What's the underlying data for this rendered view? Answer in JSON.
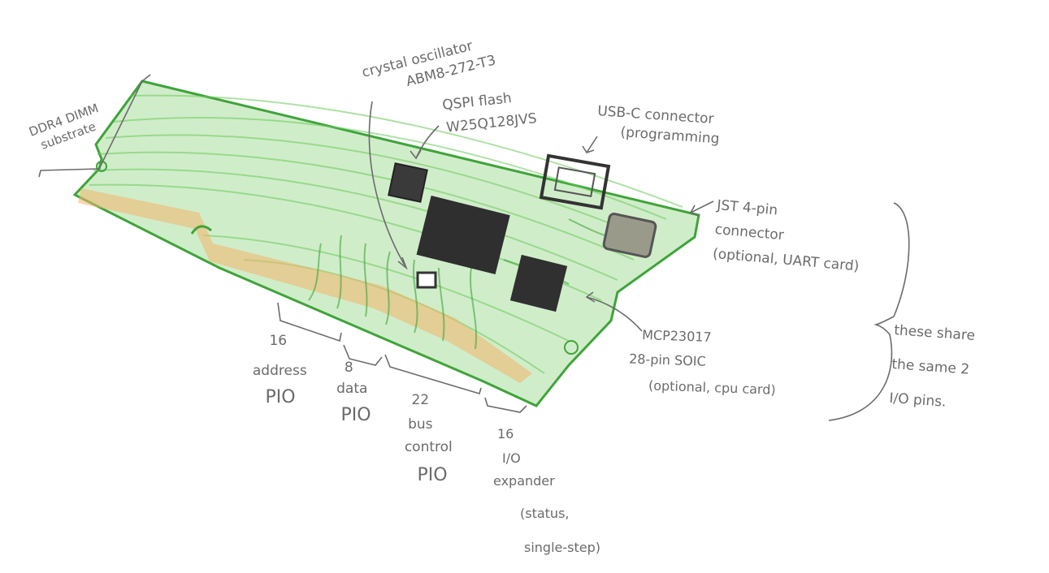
{
  "labels": {
    "substrate": [
      "DDR4 DIMM",
      "substrate"
    ],
    "crystal": [
      "crystal oscillator",
      "ABM8-272-T3"
    ],
    "qspi": [
      "QSPI flash",
      "W25Q128JVS"
    ],
    "usb": [
      "USB-C connector",
      "(programming"
    ],
    "jst": [
      "JST 4-pin",
      "connector",
      "(optional, UART card)"
    ],
    "mcp": [
      "MCP23017",
      "28-pin SOIC",
      "(optional, cpu card)"
    ],
    "share": [
      "these share",
      "the same 2",
      "I/O pins."
    ],
    "addr": [
      "16",
      "address",
      "PIO"
    ],
    "data": [
      "8",
      "data",
      "PIO"
    ],
    "bus": [
      "22",
      "bus",
      "control",
      "PIO"
    ],
    "io": [
      "16",
      "I/O",
      "expander",
      "(status,",
      "single-step)"
    ]
  },
  "colors": {
    "pcb": "#6cc85a",
    "pcb_dark": "#3fa43a",
    "gold": "#f2b56b",
    "chip": "#3a3a3a",
    "pencil": "#6b6b6b",
    "jst": "#9a9a8a"
  }
}
